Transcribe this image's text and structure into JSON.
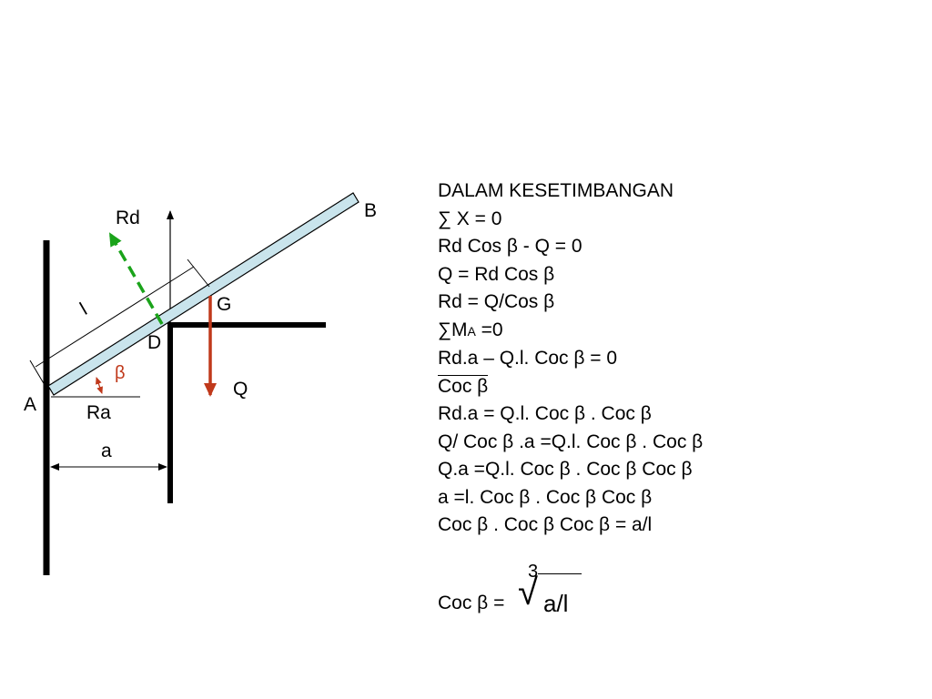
{
  "diagram": {
    "labels": {
      "B": "B",
      "Rd": "Rd",
      "l": "l",
      "G": "G",
      "D": "D",
      "beta": "β",
      "Q": "Q",
      "A": "A",
      "Ra": "Ra",
      "a": "a"
    },
    "colors": {
      "beam_fill": "#c9e4ec",
      "force_Q": "#c0391b",
      "force_Rd": "#1aa31a",
      "angle": "#c0391b"
    }
  },
  "equations": {
    "lines": [
      "DALAM KESETIMBANGAN",
      "∑ X = 0",
      "Rd Cos β - Q = 0",
      "Q = Rd Cos β",
      "Rd  = Q/Cos β"
    ],
    "moment_prefix": "∑M",
    "moment_sub": "A",
    "moment_suffix": " =0",
    "fraction_num": "Rd.a",
    "fraction_rest": "  – Q.l. Coc β = 0",
    "fraction_den": "Coc β",
    "lines2": [
      "Rd.a = Q.l. Coc β . Coc β",
      "Q/ Coc β .a =Q.l. Coc β . Coc β",
      "Q.a =Q.l. Coc β . Coc β Coc β",
      "a =l. Coc β . Coc β Coc β",
      "Coc β . Coc β Coc β = a/l"
    ],
    "root_index": "3",
    "root_prefix": "Coc β = ",
    "root_sign": "√",
    "root_radicand": "a/l"
  }
}
